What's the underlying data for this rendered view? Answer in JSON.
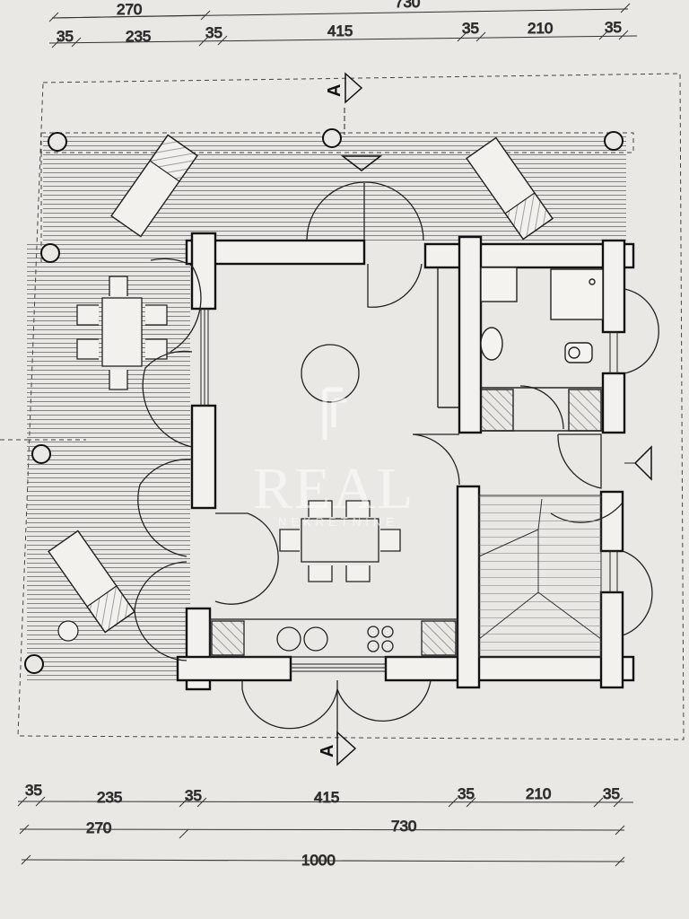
{
  "dimensions": {
    "top_row_1": [
      "270",
      "730"
    ],
    "top_row_2": [
      "35",
      "235",
      "35",
      "415",
      "35",
      "210",
      "35"
    ],
    "bottom_row_1": [
      "35",
      "235",
      "35",
      "415",
      "35",
      "210",
      "35"
    ],
    "bottom_row_2": [
      "270",
      "730"
    ],
    "bottom_total": "1000"
  },
  "section_marker": "A",
  "watermark": {
    "brand": "REAL",
    "subtitle": "NEKRETNINE"
  },
  "colors": {
    "paper": "#e9e8e4",
    "ink": "#1e1e1e",
    "wall_fill": "#f2f1ee"
  }
}
